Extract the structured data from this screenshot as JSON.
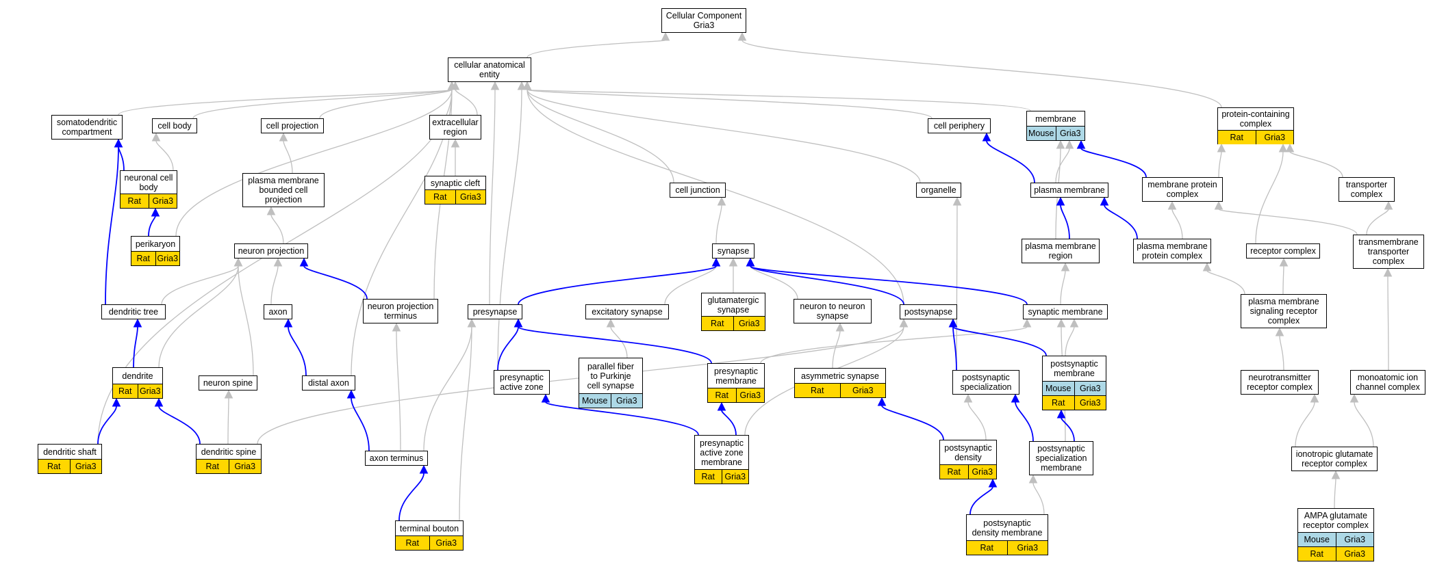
{
  "colors": {
    "is_a_edge": "#bfbfbf",
    "part_of_edge": "#0000ff",
    "rat_annotation": "#ffd700",
    "mouse_annotation": "#add8e6",
    "node_border": "#000000"
  },
  "nodes": [
    {
      "id": "cc_root",
      "lines": [
        "Cellular Component",
        "Gria3"
      ]
    },
    {
      "id": "cae",
      "lines": [
        "cellular anatomical",
        "entity"
      ]
    },
    {
      "id": "somatodendritic",
      "lines": [
        "somatodendritic",
        "compartment"
      ]
    },
    {
      "id": "cell_body",
      "lines": [
        "cell body"
      ]
    },
    {
      "id": "cell_projection",
      "lines": [
        "cell projection"
      ]
    },
    {
      "id": "extracellular",
      "lines": [
        "extracellular",
        "region"
      ]
    },
    {
      "id": "cell_periphery",
      "lines": [
        "cell periphery"
      ]
    },
    {
      "id": "membrane",
      "lines": [
        "membrane"
      ],
      "ann": [
        {
          "org": "Mouse",
          "gene": "Gria3"
        }
      ]
    },
    {
      "id": "protein_complex",
      "lines": [
        "protein-containing",
        "complex"
      ],
      "ann": [
        {
          "org": "Rat",
          "gene": "Gria3"
        }
      ]
    },
    {
      "id": "neuronal_cell_body",
      "lines": [
        "neuronal cell",
        "body"
      ],
      "ann": [
        {
          "org": "Rat",
          "gene": "Gria3"
        }
      ]
    },
    {
      "id": "pm_bounded",
      "lines": [
        "plasma membrane",
        "bounded cell",
        "projection"
      ]
    },
    {
      "id": "synaptic_cleft",
      "lines": [
        "synaptic cleft"
      ],
      "ann": [
        {
          "org": "Rat",
          "gene": "Gria3"
        }
      ]
    },
    {
      "id": "cell_junction",
      "lines": [
        "cell junction"
      ]
    },
    {
      "id": "organelle",
      "lines": [
        "organelle"
      ]
    },
    {
      "id": "plasma_membrane",
      "lines": [
        "plasma membrane"
      ]
    },
    {
      "id": "membrane_protein_complex",
      "lines": [
        "membrane protein",
        "complex"
      ]
    },
    {
      "id": "transporter_complex",
      "lines": [
        "transporter",
        "complex"
      ]
    },
    {
      "id": "perikaryon",
      "lines": [
        "perikaryon"
      ],
      "ann": [
        {
          "org": "Rat",
          "gene": "Gria3"
        }
      ]
    },
    {
      "id": "neuron_projection",
      "lines": [
        "neuron projection"
      ]
    },
    {
      "id": "synapse",
      "lines": [
        "synapse"
      ]
    },
    {
      "id": "pm_region",
      "lines": [
        "plasma membrane",
        "region"
      ]
    },
    {
      "id": "pm_protein_complex",
      "lines": [
        "plasma membrane",
        "protein complex"
      ]
    },
    {
      "id": "receptor_complex",
      "lines": [
        "receptor complex"
      ]
    },
    {
      "id": "tm_transporter",
      "lines": [
        "transmembrane",
        "transporter",
        "complex"
      ]
    },
    {
      "id": "dendritic_tree",
      "lines": [
        "dendritic tree"
      ]
    },
    {
      "id": "axon",
      "lines": [
        "axon"
      ]
    },
    {
      "id": "np_terminus",
      "lines": [
        "neuron projection",
        "terminus"
      ]
    },
    {
      "id": "presynapse",
      "lines": [
        "presynapse"
      ]
    },
    {
      "id": "excitatory_synapse",
      "lines": [
        "excitatory synapse"
      ]
    },
    {
      "id": "glutamatergic",
      "lines": [
        "glutamatergic",
        "synapse"
      ],
      "ann": [
        {
          "org": "Rat",
          "gene": "Gria3"
        }
      ]
    },
    {
      "id": "n2n_synapse",
      "lines": [
        "neuron to neuron",
        "synapse"
      ]
    },
    {
      "id": "postsynapse",
      "lines": [
        "postsynapse"
      ]
    },
    {
      "id": "synaptic_membrane",
      "lines": [
        "synaptic membrane"
      ]
    },
    {
      "id": "pm_signaling",
      "lines": [
        "plasma membrane",
        "signaling receptor",
        "complex"
      ]
    },
    {
      "id": "dendrite",
      "lines": [
        "dendrite"
      ],
      "ann": [
        {
          "org": "Rat",
          "gene": "Gria3"
        }
      ]
    },
    {
      "id": "neuron_spine",
      "lines": [
        "neuron spine"
      ]
    },
    {
      "id": "distal_axon",
      "lines": [
        "distal axon"
      ]
    },
    {
      "id": "presyn_active_zone",
      "lines": [
        "presynaptic",
        "active zone"
      ]
    },
    {
      "id": "parallel_fiber",
      "lines": [
        "parallel fiber",
        "to Purkinje",
        "cell synapse"
      ],
      "ann": [
        {
          "org": "Mouse",
          "gene": "Gria3"
        }
      ]
    },
    {
      "id": "presyn_membrane",
      "lines": [
        "presynaptic",
        "membrane"
      ],
      "ann": [
        {
          "org": "Rat",
          "gene": "Gria3"
        }
      ]
    },
    {
      "id": "asym_synapse",
      "lines": [
        "asymmetric synapse"
      ],
      "ann": [
        {
          "org": "Rat",
          "gene": "Gria3"
        }
      ]
    },
    {
      "id": "postsyn_spec",
      "lines": [
        "postsynaptic",
        "specialization"
      ]
    },
    {
      "id": "postsyn_membrane",
      "lines": [
        "postsynaptic",
        "membrane"
      ],
      "ann": [
        {
          "org": "Mouse",
          "gene": "Gria3"
        },
        {
          "org": "Rat",
          "gene": "Gria3"
        }
      ]
    },
    {
      "id": "nt_receptor",
      "lines": [
        "neurotransmitter",
        "receptor complex"
      ]
    },
    {
      "id": "ion_channel",
      "lines": [
        "monoatomic ion",
        "channel complex"
      ]
    },
    {
      "id": "dendritic_shaft",
      "lines": [
        "dendritic shaft"
      ],
      "ann": [
        {
          "org": "Rat",
          "gene": "Gria3"
        }
      ]
    },
    {
      "id": "dendritic_spine",
      "lines": [
        "dendritic spine"
      ],
      "ann": [
        {
          "org": "Rat",
          "gene": "Gria3"
        }
      ]
    },
    {
      "id": "axon_terminus",
      "lines": [
        "axon terminus"
      ]
    },
    {
      "id": "paz_membrane",
      "lines": [
        "presynaptic",
        "active zone",
        "membrane"
      ],
      "ann": [
        {
          "org": "Rat",
          "gene": "Gria3"
        }
      ]
    },
    {
      "id": "postsyn_density",
      "lines": [
        "postsynaptic",
        "density"
      ],
      "ann": [
        {
          "org": "Rat",
          "gene": "Gria3"
        }
      ]
    },
    {
      "id": "psm",
      "lines": [
        "postsynaptic",
        "specialization",
        "membrane"
      ]
    },
    {
      "id": "ionotropic",
      "lines": [
        "ionotropic glutamate",
        "receptor complex"
      ]
    },
    {
      "id": "terminal_bouton",
      "lines": [
        "terminal bouton"
      ],
      "ann": [
        {
          "org": "Rat",
          "gene": "Gria3"
        }
      ]
    },
    {
      "id": "psd_membrane",
      "lines": [
        "postsynaptic",
        "density membrane"
      ],
      "ann": [
        {
          "org": "Rat",
          "gene": "Gria3"
        }
      ]
    },
    {
      "id": "ampa",
      "lines": [
        "AMPA glutamate",
        "receptor complex"
      ],
      "ann": [
        {
          "org": "Mouse",
          "gene": "Gria3"
        },
        {
          "org": "Rat",
          "gene": "Gria3"
        }
      ]
    }
  ],
  "edges": [
    {
      "from": "cae",
      "to": "cc_root",
      "kind": "is_a"
    },
    {
      "from": "protein_complex",
      "to": "cc_root",
      "kind": "is_a"
    },
    {
      "from": "somatodendritic",
      "to": "cae",
      "kind": "is_a"
    },
    {
      "from": "cell_body",
      "to": "cae",
      "kind": "is_a"
    },
    {
      "from": "cell_projection",
      "to": "cae",
      "kind": "is_a"
    },
    {
      "from": "extracellular",
      "to": "cae",
      "kind": "is_a"
    },
    {
      "from": "cell_periphery",
      "to": "cae",
      "kind": "is_a"
    },
    {
      "from": "membrane",
      "to": "cae",
      "kind": "is_a"
    },
    {
      "from": "cell_junction",
      "to": "cae",
      "kind": "is_a"
    },
    {
      "from": "organelle",
      "to": "cae",
      "kind": "is_a"
    },
    {
      "from": "postsynapse",
      "to": "cae",
      "kind": "is_a"
    },
    {
      "from": "presynapse",
      "to": "cae",
      "kind": "is_a"
    },
    {
      "from": "presyn_active_zone",
      "to": "cae",
      "kind": "is_a"
    },
    {
      "from": "distal_axon",
      "to": "cae",
      "kind": "is_a"
    },
    {
      "from": "np_terminus",
      "to": "cae",
      "kind": "is_a"
    },
    {
      "from": "perikaryon",
      "to": "cae",
      "kind": "is_a"
    },
    {
      "from": "dendritic_shaft",
      "to": "cae",
      "kind": "is_a"
    },
    {
      "from": "neuronal_cell_body",
      "to": "cell_body",
      "kind": "is_a"
    },
    {
      "from": "pm_bounded",
      "to": "cell_projection",
      "kind": "is_a"
    },
    {
      "from": "synaptic_cleft",
      "to": "extracellular",
      "kind": "is_a"
    },
    {
      "from": "neuron_projection",
      "to": "pm_bounded",
      "kind": "is_a"
    },
    {
      "from": "synapse",
      "to": "cell_junction",
      "kind": "is_a"
    },
    {
      "from": "plasma_membrane",
      "to": "membrane",
      "kind": "is_a"
    },
    {
      "from": "pm_region",
      "to": "membrane",
      "kind": "is_a"
    },
    {
      "from": "membrane_protein_complex",
      "to": "protein_complex",
      "kind": "is_a"
    },
    {
      "from": "transporter_complex",
      "to": "protein_complex",
      "kind": "is_a"
    },
    {
      "from": "receptor_complex",
      "to": "protein_complex",
      "kind": "is_a"
    },
    {
      "from": "pm_protein_complex",
      "to": "membrane_protein_complex",
      "kind": "is_a"
    },
    {
      "from": "tm_transporter",
      "to": "membrane_protein_complex",
      "kind": "is_a"
    },
    {
      "from": "tm_transporter",
      "to": "transporter_complex",
      "kind": "is_a"
    },
    {
      "from": "synaptic_membrane",
      "to": "pm_region",
      "kind": "is_a"
    },
    {
      "from": "pm_signaling",
      "to": "pm_protein_complex",
      "kind": "is_a"
    },
    {
      "from": "pm_signaling",
      "to": "receptor_complex",
      "kind": "is_a"
    },
    {
      "from": "nt_receptor",
      "to": "pm_signaling",
      "kind": "is_a"
    },
    {
      "from": "ion_channel",
      "to": "tm_transporter",
      "kind": "is_a"
    },
    {
      "from": "ionotropic",
      "to": "nt_receptor",
      "kind": "is_a"
    },
    {
      "from": "ionotropic",
      "to": "ion_channel",
      "kind": "is_a"
    },
    {
      "from": "ampa",
      "to": "ionotropic",
      "kind": "is_a"
    },
    {
      "from": "dendritic_tree",
      "to": "neuron_projection",
      "kind": "is_a"
    },
    {
      "from": "axon",
      "to": "neuron_projection",
      "kind": "is_a"
    },
    {
      "from": "neuron_spine",
      "to": "neuron_projection",
      "kind": "is_a"
    },
    {
      "from": "dendrite",
      "to": "neuron_projection",
      "kind": "is_a"
    },
    {
      "from": "dendritic_spine",
      "to": "neuron_spine",
      "kind": "is_a"
    },
    {
      "from": "axon_terminus",
      "to": "np_terminus",
      "kind": "is_a"
    },
    {
      "from": "excitatory_synapse",
      "to": "synapse",
      "kind": "is_a"
    },
    {
      "from": "glutamatergic",
      "to": "synapse",
      "kind": "is_a"
    },
    {
      "from": "n2n_synapse",
      "to": "synapse",
      "kind": "is_a"
    },
    {
      "from": "parallel_fiber",
      "to": "excitatory_synapse",
      "kind": "is_a"
    },
    {
      "from": "asym_synapse",
      "to": "n2n_synapse",
      "kind": "is_a"
    },
    {
      "from": "presyn_membrane",
      "to": "synaptic_membrane",
      "kind": "is_a"
    },
    {
      "from": "postsyn_membrane",
      "to": "synaptic_membrane",
      "kind": "is_a"
    },
    {
      "from": "paz_membrane",
      "to": "postsynapse",
      "kind": "is_a"
    },
    {
      "from": "psm",
      "to": "synaptic_membrane",
      "kind": "is_a"
    },
    {
      "from": "postsyn_density",
      "to": "postsyn_spec",
      "kind": "is_a"
    },
    {
      "from": "postsyn_spec",
      "to": "organelle",
      "kind": "is_a"
    },
    {
      "from": "psd_membrane",
      "to": "psm",
      "kind": "is_a"
    },
    {
      "from": "terminal_bouton",
      "to": "presynapse",
      "kind": "is_a"
    },
    {
      "from": "dendritic_spine",
      "to": "postsynapse",
      "kind": "is_a"
    },
    {
      "from": "axon_terminus",
      "to": "presynapse",
      "kind": "is_a"
    },
    {
      "from": "neuronal_cell_body",
      "to": "somatodendritic",
      "kind": "part_of"
    },
    {
      "from": "dendritic_tree",
      "to": "somatodendritic",
      "kind": "part_of"
    },
    {
      "from": "perikaryon",
      "to": "neuronal_cell_body",
      "kind": "part_of"
    },
    {
      "from": "np_terminus",
      "to": "neuron_projection",
      "kind": "part_of"
    },
    {
      "from": "dendrite",
      "to": "dendritic_tree",
      "kind": "part_of"
    },
    {
      "from": "dendritic_shaft",
      "to": "dendrite",
      "kind": "part_of"
    },
    {
      "from": "dendritic_spine",
      "to": "dendrite",
      "kind": "part_of"
    },
    {
      "from": "distal_axon",
      "to": "axon",
      "kind": "part_of"
    },
    {
      "from": "axon_terminus",
      "to": "distal_axon",
      "kind": "part_of"
    },
    {
      "from": "terminal_bouton",
      "to": "axon_terminus",
      "kind": "part_of"
    },
    {
      "from": "presynapse",
      "to": "synapse",
      "kind": "part_of"
    },
    {
      "from": "postsynapse",
      "to": "synapse",
      "kind": "part_of"
    },
    {
      "from": "synaptic_membrane",
      "to": "synapse",
      "kind": "part_of"
    },
    {
      "from": "presyn_active_zone",
      "to": "presynapse",
      "kind": "part_of"
    },
    {
      "from": "presyn_membrane",
      "to": "presynapse",
      "kind": "part_of"
    },
    {
      "from": "paz_membrane",
      "to": "presyn_membrane",
      "kind": "part_of"
    },
    {
      "from": "paz_membrane",
      "to": "presyn_active_zone",
      "kind": "part_of"
    },
    {
      "from": "postsyn_spec",
      "to": "postsynapse",
      "kind": "part_of"
    },
    {
      "from": "postsyn_membrane",
      "to": "postsynapse",
      "kind": "part_of"
    },
    {
      "from": "psm",
      "to": "postsyn_spec",
      "kind": "part_of"
    },
    {
      "from": "psm",
      "to": "postsyn_membrane",
      "kind": "part_of"
    },
    {
      "from": "postsyn_density",
      "to": "asym_synapse",
      "kind": "part_of"
    },
    {
      "from": "psd_membrane",
      "to": "postsyn_density",
      "kind": "part_of"
    },
    {
      "from": "plasma_membrane",
      "to": "cell_periphery",
      "kind": "part_of"
    },
    {
      "from": "pm_region",
      "to": "plasma_membrane",
      "kind": "part_of"
    },
    {
      "from": "pm_protein_complex",
      "to": "plasma_membrane",
      "kind": "part_of"
    },
    {
      "from": "membrane_protein_complex",
      "to": "membrane",
      "kind": "part_of"
    }
  ]
}
